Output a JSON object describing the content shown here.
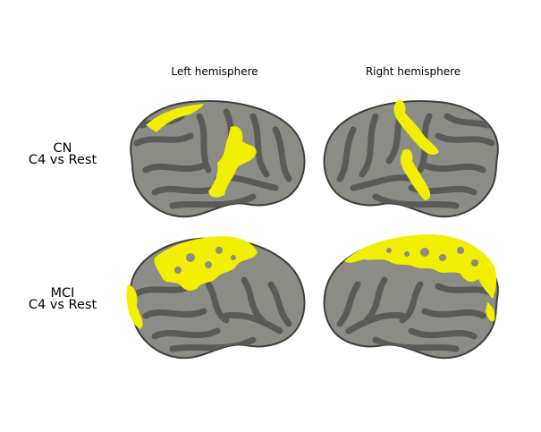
{
  "columns": {
    "left": "Left hemisphere",
    "right": "Right hemisphere"
  },
  "rows": [
    {
      "group": "CN",
      "contrast": "C4 vs Rest"
    },
    {
      "group": "MCI",
      "contrast": "C4 vs Rest"
    }
  ],
  "colors": {
    "background": "#ffffff",
    "cortex_dark": "#5a5a58",
    "cortex_light": "#8c8c86",
    "cortex_outline": "#3e3e3c",
    "activation": "#f2ee00"
  }
}
